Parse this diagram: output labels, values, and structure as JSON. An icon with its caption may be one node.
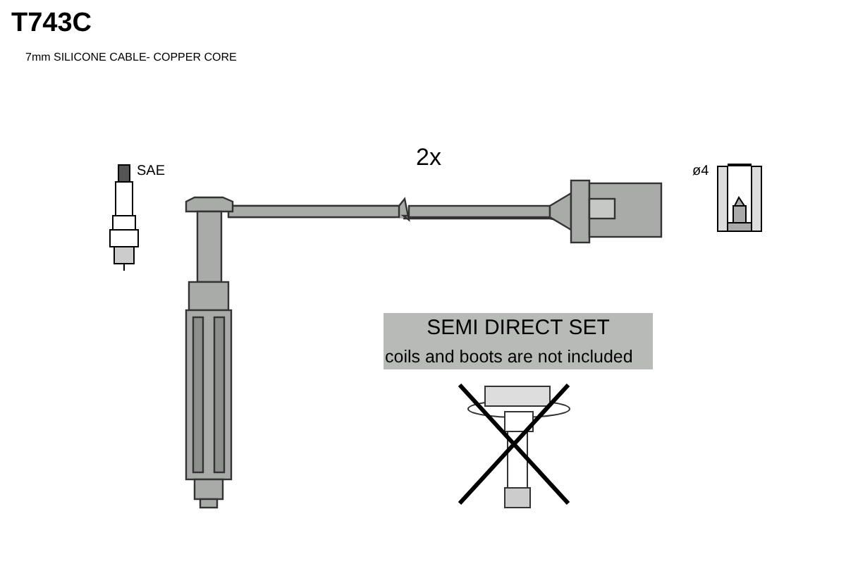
{
  "diagram": {
    "title": "T743C",
    "labels": [
      "7mm SILICONE CABLE- COPPER CORE",
      "SAE",
      "2x",
      "ø4",
      "SEMI DIRECT SET",
      "coils and boots are not included"
    ]
  }
}
